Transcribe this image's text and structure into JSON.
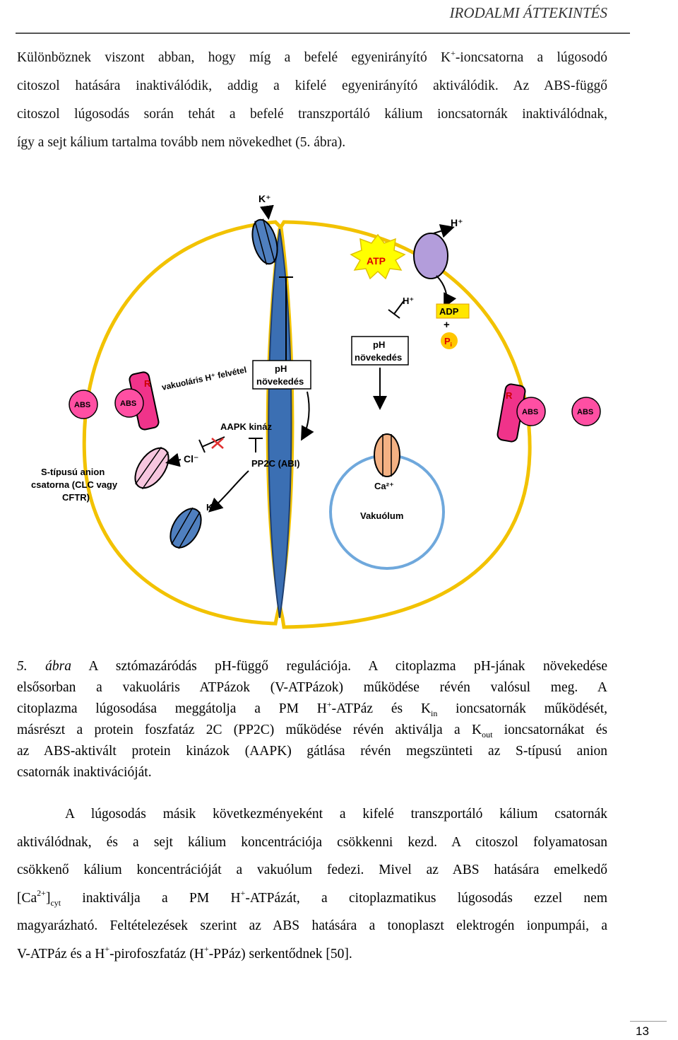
{
  "header": {
    "title": "IRODALMI ÁTTEKINTÉS"
  },
  "paragraph1": {
    "l1a": "Különböznek viszont abban, hogy míg a befelé egyenirányító K",
    "l1sup": "+",
    "l1b": "-ioncsatorna a lúgosodó",
    "l2": "citoszol hatására inaktiválódik, addig a kifelé egyenirányító aktiválódik. Az ABS-függő",
    "l3": "citoszol lúgosodás során tehát a befelé transzportáló kálium ioncsatornák inaktiválódnak,",
    "l4": "így a sejt kálium tartalma tovább nem növekedhet (5. ábra)."
  },
  "figure": {
    "k_plus_top": "K⁺",
    "h_plus_top": "H⁺",
    "atp": "ATP",
    "h_plus_inner": "H⁺",
    "adp": "ADP",
    "plus": "+",
    "pi": "P",
    "pi_sub": "i",
    "ph_right_1": "pH",
    "ph_right_2": "növekedés",
    "ph_left_1": "pH",
    "ph_left_2": "növekedés",
    "vacuolar": "vakuoláris H⁺ felvétel",
    "r_left": "R",
    "r_right": "R",
    "abs": "ABS",
    "aapk": "AAPK kináz",
    "cl": "Cl⁻",
    "pp2c": "PP2C (ABI)",
    "k_plus_bottom": "K⁺",
    "ca": "Ca²⁺",
    "vakuolum": "Vakuólum",
    "s_type_1": "S-típusú anion",
    "s_type_2": "csatorna (CLC vagy",
    "s_type_3": "CFTR)",
    "colors": {
      "membrane": "#f2c200",
      "channel": "#4f7fbf",
      "pump": "#b39ddb",
      "receptor": "#f0338a",
      "abs_circle": "#ff4fa3",
      "atp_star": "#ffff00",
      "adp_box": "#ffe600",
      "pi_circle": "#ffc600",
      "ca_channel": "#f4b183",
      "vacuole": "#6fa8dc"
    }
  },
  "caption": {
    "label": "5. ábra",
    "l1": " A sztómazáródás pH-függő regulációja. A citoplazma pH-jának növekedése",
    "l2": "elsősorban a vakuoláris ATPázok (V-ATPázok) működése révén valósul meg. A",
    "l3a": "citoplazma lúgosodása meggátolja a PM H",
    "l3sup": "+",
    "l3b": "-ATPáz és K",
    "l3sub": "in",
    "l3c": " ioncsatornák működését,",
    "l4a": "másrészt a protein foszfatáz 2C (PP2C) működése révén aktiválja a K",
    "l4sub": "out",
    "l4b": " ioncsatornákat és",
    "l5": "az ABS-aktivált protein kinázok (AAPK) gátlása révén megszünteti az S-típusú anion",
    "l6": "csatornák inaktivációját."
  },
  "paragraph2": {
    "l1": "A lúgosodás másik következményeként a kifelé transzportáló kálium csatornák",
    "l2": "aktiválódnak, és a sejt kálium koncentrációja csökkenni kezd. A citoszol folyamatosan",
    "l3": "csökkenő kálium koncentrációját a vakuólum fedezi. Mivel az ABS hatására emelkedő",
    "l4a": "[Ca",
    "l4sup": "2+",
    "l4b": "]",
    "l4sub": "cyt",
    "l4c": " inaktiválja a PM H",
    "l4sup2": "+",
    "l4d": "-ATPázát, a citoplazmatikus lúgosodás ezzel nem",
    "l5": "magyarázható. Feltételezések szerint az ABS hatására a tonoplaszt elektrogén ionpumpái, a",
    "l6a": "V-ATPáz és a H",
    "l6sup": "+",
    "l6b": "-pirofoszfatáz (H",
    "l6sup2": "+",
    "l6c": "-PPáz) serkentődnek [50]."
  },
  "page_number": "13"
}
